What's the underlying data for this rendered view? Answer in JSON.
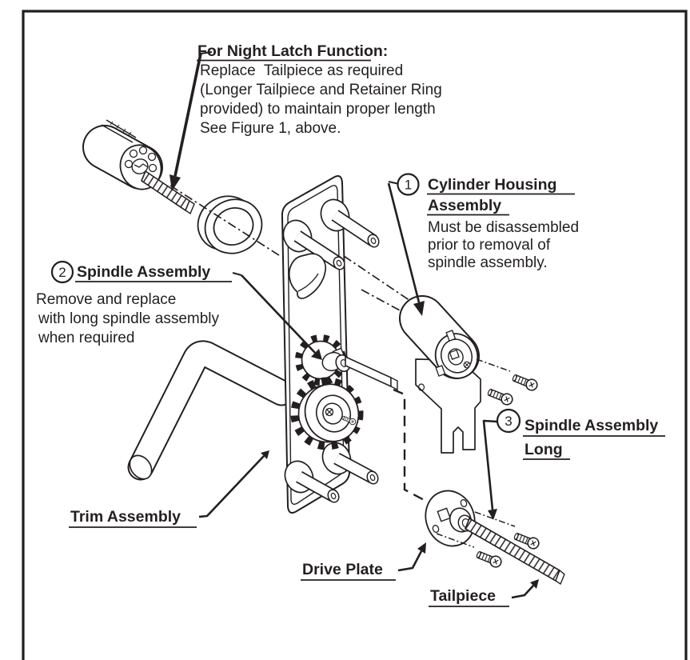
{
  "figure": {
    "background": "#ffffff",
    "line_color": "#231f20",
    "night_latch_note": {
      "title": "For Night Latch Function:",
      "lines": [
        "Replace  Tailpiece as required",
        "(Longer Tailpiece and Retainer Ring",
        "provided) to maintain proper length",
        "See Figure 1, above."
      ]
    },
    "callout_1": {
      "number": "1",
      "title_line1": "Cylinder Housing",
      "title_line2": "Assembly",
      "body_lines": [
        "Must be disassembled",
        "prior to removal of",
        "spindle assembly."
      ]
    },
    "callout_2": {
      "number": "2",
      "title": "Spindle Assembly",
      "body_lines": [
        "Remove and replace",
        "with long spindle assembly",
        "when required"
      ]
    },
    "callout_3": {
      "number": "3",
      "title_line1": "Spindle Assembly",
      "title_line2": "Long"
    },
    "part_labels": {
      "trim_assembly": "Trim Assembly",
      "drive_plate": "Drive Plate",
      "tailpiece": "Tailpiece"
    }
  }
}
